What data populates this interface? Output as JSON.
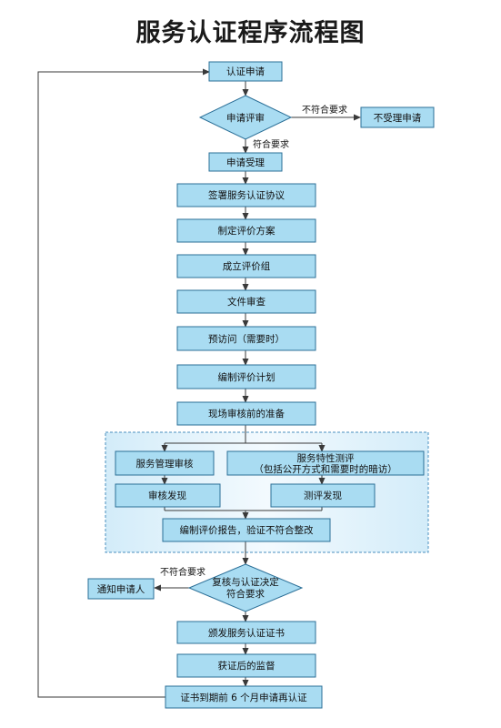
{
  "title": "服务认证程序流程图",
  "nodes": {
    "apply": "认证申请",
    "review": "申请评审",
    "reject": "不受理申请",
    "accept": "申请受理",
    "agreement": "签署服务认证协议",
    "plan": "制定评价方案",
    "team": "成立评价组",
    "docs": "文件审查",
    "previsit": "预访问（需要时）",
    "eval_plan": "编制评价计划",
    "prep": "现场审核前的准备",
    "mgmt_audit": "服务管理审核",
    "feature_eval_1": "服务特性测评",
    "feature_eval_2": "（包括公开方式和需要时的暗访）",
    "audit_findings": "审核发现",
    "eval_findings": "测评发现",
    "report": "编制评价报告，验证不符合整改",
    "decision_1": "复核与认证决定",
    "decision_2": "符合要求",
    "notify": "通知申请人",
    "issue": "颁发服务认证证书",
    "surveil": "获证后的监督",
    "renew": "证书到期前 6 个月申请再认证"
  },
  "labels": {
    "not_conform_right": "不符合要求",
    "conform_down": "符合要求",
    "not_conform_left": "不符合要求"
  }
}
